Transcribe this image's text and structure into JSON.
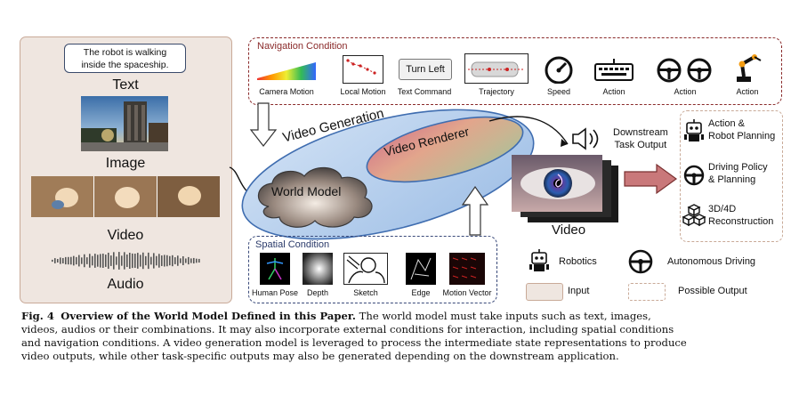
{
  "inputs": {
    "text_prompt": [
      "The robot is walking",
      "inside the spaceship."
    ],
    "text_label": "Text",
    "image_label": "Image",
    "video_label": "Video",
    "audio_label": "Audio"
  },
  "navigation": {
    "title": "Navigation Condition",
    "items": [
      {
        "label": "Camera Motion",
        "icon": "camera-motion-icon"
      },
      {
        "label": "Local Motion",
        "icon": "local-motion-icon"
      },
      {
        "label": "Text Command",
        "icon": "text-command-icon"
      },
      {
        "label": "Trajectory",
        "icon": "trajectory-icon"
      },
      {
        "label": "Speed",
        "icon": "speedometer-icon"
      },
      {
        "label": "Action",
        "icon": "keyboard-icon"
      },
      {
        "label": "Action",
        "icon": "steering-wheel-icon"
      },
      {
        "label": "Action",
        "icon": "robot-arm-icon"
      }
    ],
    "text_command_value": "Turn Left"
  },
  "core": {
    "video_generation": "Video Generation",
    "video_renderer": "Video Renderer",
    "world_model": "World Model"
  },
  "spatial": {
    "title": "Spatial Condition",
    "items": [
      "Human Pose",
      "Depth",
      "Sketch",
      "Edge",
      "Motion Vector"
    ]
  },
  "outputs": {
    "video_label": "Video",
    "downstream": [
      "Downstream",
      "Task Output"
    ],
    "items": [
      {
        "lines": [
          "Action &",
          "Robot Planning"
        ],
        "icon": "robot-icon"
      },
      {
        "lines": [
          "Driving Policy",
          "& Planning"
        ],
        "icon": "steering-wheel-icon"
      },
      {
        "lines": [
          "3D/4D",
          "Reconstruction"
        ],
        "icon": "cubes-icon"
      }
    ]
  },
  "legend": {
    "robotics": "Robotics",
    "autonomous_driving": "Autonomous Driving",
    "input": "Input",
    "possible_output": "Possible Output"
  },
  "caption": {
    "label": "Fig. 4",
    "title": "Overview of the World Model Defined in this Paper.",
    "lines": [
      "The world model must take inputs such as text, images,",
      "videos, audios or their combinations. It may also incorporate external conditions for interaction, including spatial conditions",
      "and navigation conditions. A video generation model is leveraged to process the intermediate state representations to produce",
      "video outputs, while other task-specific outputs may also be generated depending on the downstream application."
    ]
  },
  "colors": {
    "input_panel": "#efe6e0",
    "navigation_border": "#8a2a2a",
    "spatial_border": "#3a4a7a",
    "video_generation_fill": "#b8d0ee",
    "output_arrow": "#c9787a"
  }
}
